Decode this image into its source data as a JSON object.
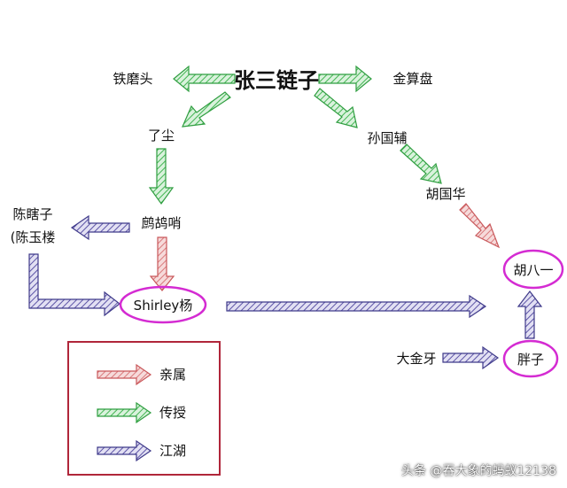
{
  "nodes": {
    "zhang": "张三链子",
    "tiemotou": "铁磨头",
    "jinsuanpan": "金算盘",
    "liaochen": "了尘",
    "sunguofu": "孙国辅",
    "huguohua": "胡国华",
    "chenxiazi": "陈瞎子",
    "chenyulou": "(陈玉楼",
    "zhegushao": "鹧鸪哨",
    "shirley": "Shirley杨",
    "hubayi": "胡八一",
    "dajinya": "大金牙",
    "pangzi": "胖子"
  },
  "legend": {
    "items": [
      {
        "label": "亲属",
        "type": "kin",
        "color": "#e0898a"
      },
      {
        "label": "传授",
        "type": "teach",
        "color": "#5cc46a"
      },
      {
        "label": "江湖",
        "type": "jianghu",
        "color": "#6e64b8"
      }
    ],
    "border_color": "#b0263a"
  },
  "highlight_color": "#d42bd2",
  "watermark": "头条 @吞大象的蚂蚁12138"
}
